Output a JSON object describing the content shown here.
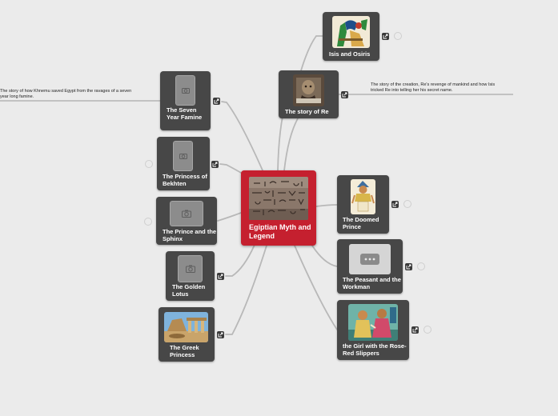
{
  "central": {
    "title": "Egiptian Myth and Legend",
    "image": "hieroglyphs-photo"
  },
  "topics": [
    {
      "key": "isis",
      "label": "Isis and Osiris",
      "image": "isis-osiris-painting"
    },
    {
      "key": "re",
      "label": "The story of Re",
      "image": "re-statue-photo"
    },
    {
      "key": "seven-year",
      "label": "The Seven Year Famine",
      "image": "photo-placeholder"
    },
    {
      "key": "bekhten",
      "label": "The Princess of Bekhten",
      "image": "photo-placeholder"
    },
    {
      "key": "sphinx",
      "label": "The Prince and the Sphinx",
      "image": "camera-placeholder"
    },
    {
      "key": "lotus",
      "label": "The Golden Lotus",
      "image": "camera-placeholder"
    },
    {
      "key": "greek",
      "label": "The Greek Princess",
      "image": "temple-photo"
    },
    {
      "key": "doomed",
      "label": "The Doomed Prince",
      "image": "pharaoh-drawing"
    },
    {
      "key": "peasant",
      "label": "The Peasant and the Workman",
      "image": "more-placeholder"
    },
    {
      "key": "slippers",
      "label": "the Girl with the Rose-Red Slippers",
      "image": "girl-illustration"
    }
  ],
  "notes": {
    "seven_year": "The story of how Khnemu saved Egypt from the ravages of a seven year long famine.",
    "re": "The story of the creation, Re's revenge of mankind and how Isis tricked Re into telling her his secret name."
  },
  "icons": {
    "link": "external-link-icon",
    "collapsed": "collapsed-children-indicator"
  },
  "colors": {
    "central": "#c5202f",
    "topic": "#474747",
    "background": "#ebebeb",
    "connector": "#b8b8b8"
  }
}
